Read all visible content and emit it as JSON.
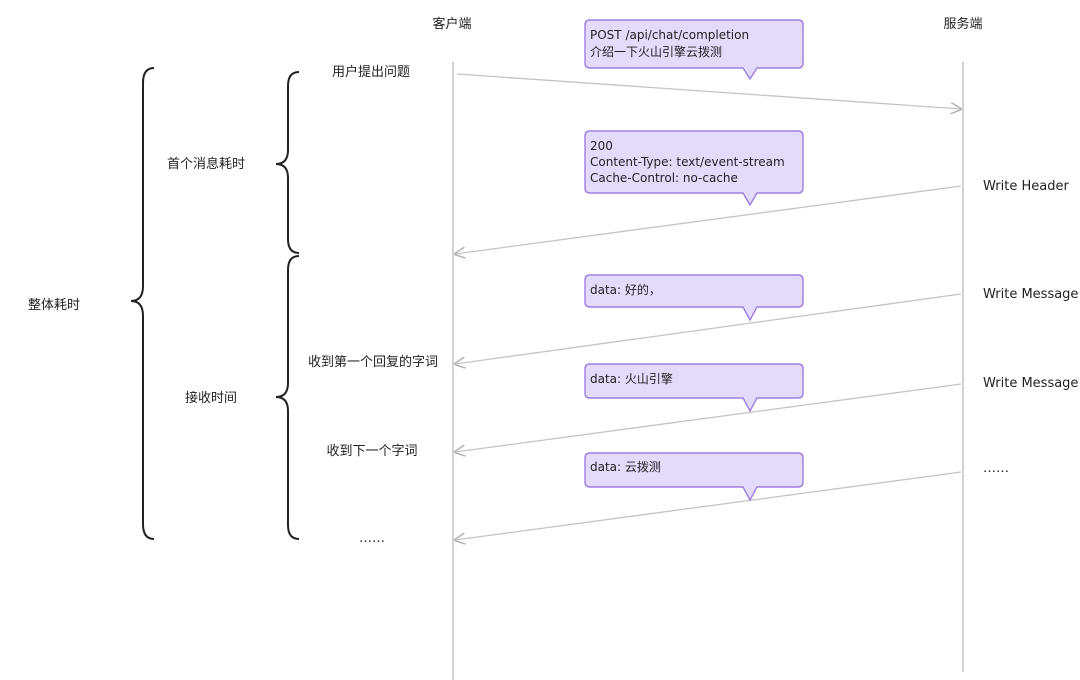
{
  "actors": {
    "client": "客户端",
    "server": "服务端"
  },
  "left_labels": {
    "overall": "整体耗时",
    "first_message": "首个消息耗时",
    "receive_time": "接收时间"
  },
  "client_events": {
    "ask": "用户提出问题",
    "first_word": "收到第一个回复的字词",
    "next_word": "收到下一个字词",
    "ellipsis": "……"
  },
  "server_events": {
    "write_header": "Write Header",
    "write_message_1": "Write Message",
    "write_message_2": "Write Message",
    "ellipsis": "……"
  },
  "bubbles": {
    "request": [
      "POST /api/chat/completion",
      "介绍一下火山引擎云拨测"
    ],
    "header": [
      "200",
      "Content-Type: text/event-stream",
      "Cache-Control: no-cache"
    ],
    "msg1": [
      "data: 好的，"
    ],
    "msg2": [
      "data: 火山引擎"
    ],
    "msg3": [
      "data: 云拨测"
    ]
  },
  "colors": {
    "bubble_fill": "#e4dbfb",
    "bubble_stroke": "#9d7fe0",
    "line": "#c4c4c4",
    "brace": "#222222"
  }
}
